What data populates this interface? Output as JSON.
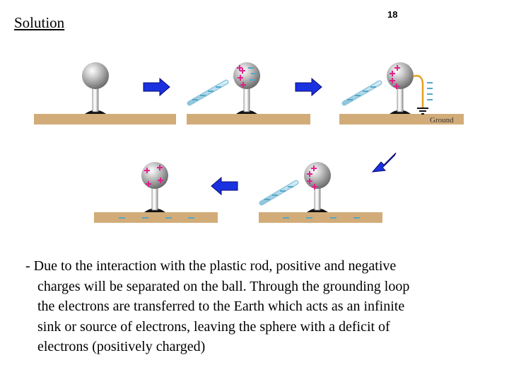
{
  "slide": {
    "title": "Solution",
    "page_number": "18"
  },
  "diagram": {
    "ground_label": "Ground",
    "positive_symbol": "+",
    "negative_symbol": "−",
    "colors": {
      "table": "#d2ac78",
      "plus": "#e0208a",
      "minus": "#55a6c6",
      "arrow": "#1a31e0",
      "arrow_edge": "#0a0a70",
      "ground_wire": "#e6a020"
    }
  },
  "description": {
    "lines": [
      "-  Due to the interaction with the plastic rod, positive and negative",
      "charges will be separated on the ball. Through the grounding loop",
      "the electrons are transferred to the Earth which acts as an infinite",
      "sink or source of electrons, leaving the sphere with a deficit of",
      "electrons (positively charged)"
    ]
  }
}
